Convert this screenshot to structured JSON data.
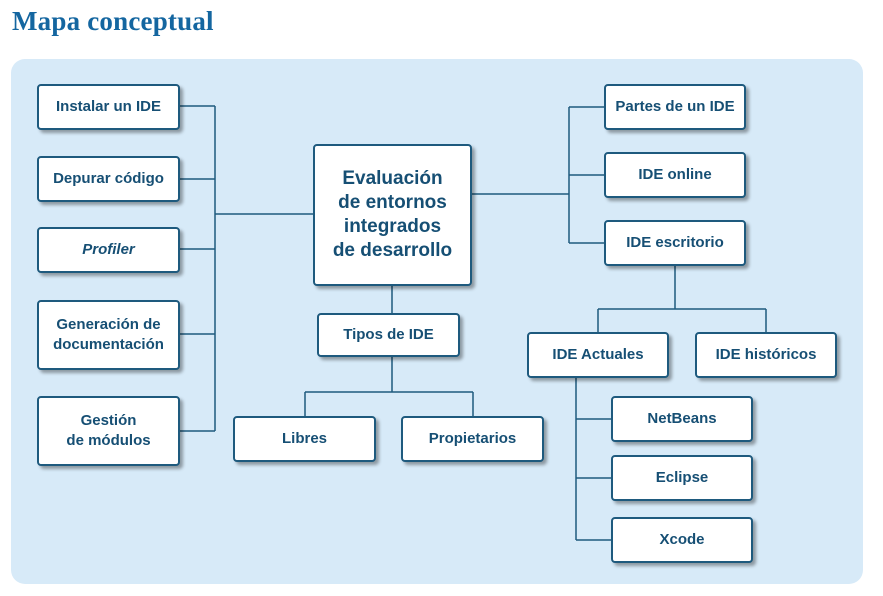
{
  "title": "Mapa conceptual",
  "center": {
    "lines": [
      "Evaluación",
      "de entornos",
      "integrados",
      "de desarrollo"
    ]
  },
  "left": [
    {
      "lines": [
        "Instalar un IDE"
      ]
    },
    {
      "lines": [
        "Depurar código"
      ]
    },
    {
      "lines": [
        "Profiler"
      ]
    },
    {
      "lines": [
        "Generación de",
        "documentación"
      ]
    },
    {
      "lines": [
        "Gestión",
        "de módulos"
      ]
    }
  ],
  "right": [
    {
      "lines": [
        "Partes de un IDE"
      ]
    },
    {
      "lines": [
        "IDE online"
      ]
    },
    {
      "lines": [
        "IDE escritorio"
      ]
    }
  ],
  "tipos": {
    "label": "Tipos de IDE",
    "children": [
      "Libres",
      "Propietarios"
    ]
  },
  "escritorio_children": [
    "IDE Actuales",
    "IDE históricos"
  ],
  "actuales_children": [
    "NetBeans",
    "Eclipse",
    "Xcode"
  ],
  "colors": {
    "title": "#1466a0",
    "panel": "#d7eaf8",
    "border": "#1e5a7e",
    "text": "#164f74"
  }
}
